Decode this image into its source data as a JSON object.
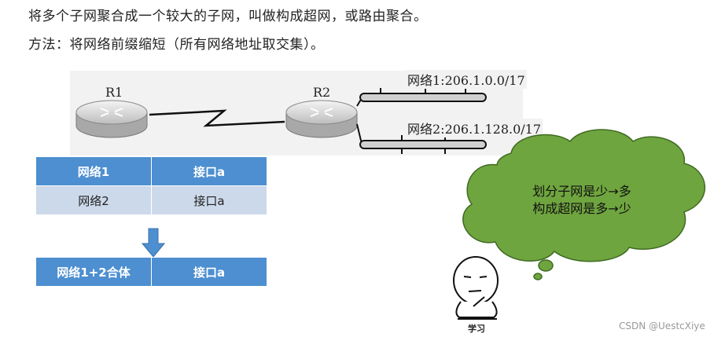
{
  "text": {
    "line1": "将多个子网聚合成一个较大的子网，叫做构成超网，或路由聚合。",
    "line2": "方法：将网络前缀缩短（所有网络地址取交集）。"
  },
  "diagram": {
    "r1": "R1",
    "r2": "R2",
    "net1": "网络1:206.1.0.0/17",
    "net2": "网络2:206.1.128.0/17"
  },
  "table1": {
    "rows": [
      [
        "网络1",
        "接口a"
      ],
      [
        "网络2",
        "接口a"
      ]
    ]
  },
  "table2": {
    "rows": [
      [
        "网络1+2合体",
        "接口a"
      ]
    ]
  },
  "cloud": {
    "line1": "划分子网是少→多",
    "line2": "构成超网是多→少"
  },
  "caption": "学习",
  "watermark": "CSDN @UestcXiye",
  "colors": {
    "header": "#4d8fd0",
    "row": "#ccd9ea",
    "cloud": "#6fa53f"
  }
}
